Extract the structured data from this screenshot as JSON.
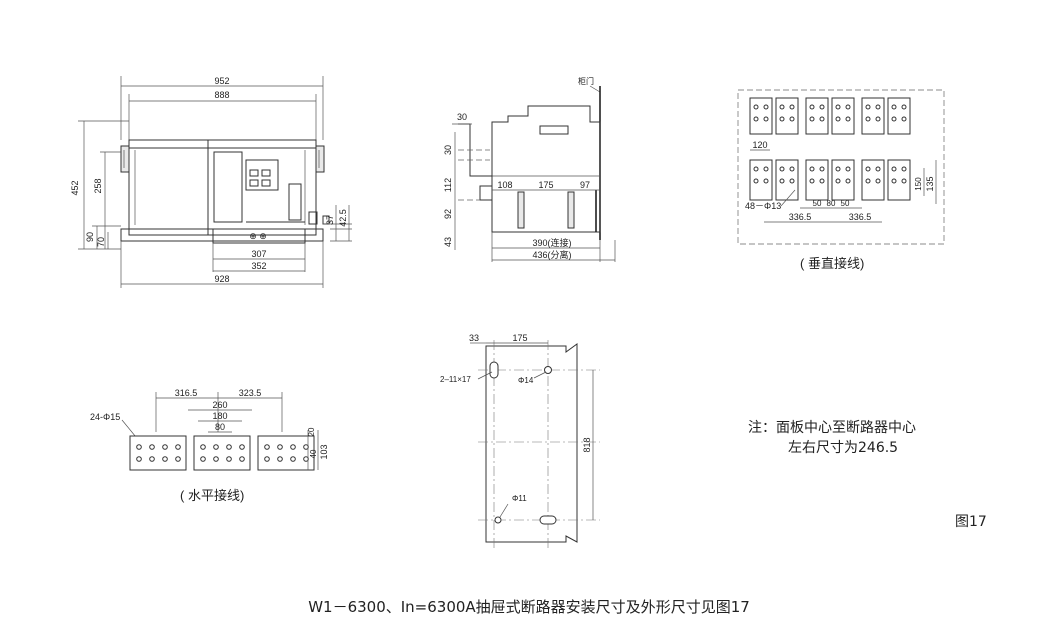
{
  "front_view": {
    "dims": {
      "w952": "952",
      "w888": "888",
      "w928": "928",
      "w307": "307",
      "w352": "352",
      "h452": "452",
      "h258": "258",
      "h90": "90",
      "h70": "70",
      "h37": "37",
      "h42_5": "42.5"
    }
  },
  "side_view": {
    "cabinet_door": "柜门",
    "dims": {
      "d30h": "30",
      "d30v": "30",
      "d112": "112",
      "d92": "92",
      "d43": "43",
      "d108": "108",
      "d175": "175",
      "d97": "97",
      "d390": "390(连接)",
      "d436": "436(分离)"
    }
  },
  "vertical_wiring": {
    "caption": "( 垂直接线)",
    "dims": {
      "d120": "120",
      "hole": "48－Φ13",
      "d50a": "50",
      "d80": "80",
      "d50b": "50",
      "d336a": "336.5",
      "d336b": "336.5",
      "d150": "150",
      "d135": "135"
    }
  },
  "horizontal_wiring": {
    "caption": "( 水平接线)",
    "dims": {
      "d316": "316.5",
      "d323": "323.5",
      "d260": "260",
      "d180": "180",
      "d80": "80",
      "hole": "24-Φ15",
      "d20": "20",
      "d40": "40",
      "d103": "103"
    }
  },
  "mounting_plate": {
    "dims": {
      "d33": "33",
      "d175": "175",
      "slot": "2–11×17",
      "phi14": "Φ14",
      "phi11": "Φ11",
      "d818": "818"
    }
  },
  "note": {
    "line1": "注：面板中心至断路器中心",
    "line2": "左右尺寸为246.5"
  },
  "figure_label": "图17",
  "caption": "W1－6300、In=6300A抽屉式断路器安装尺寸及外形尺寸见图17"
}
